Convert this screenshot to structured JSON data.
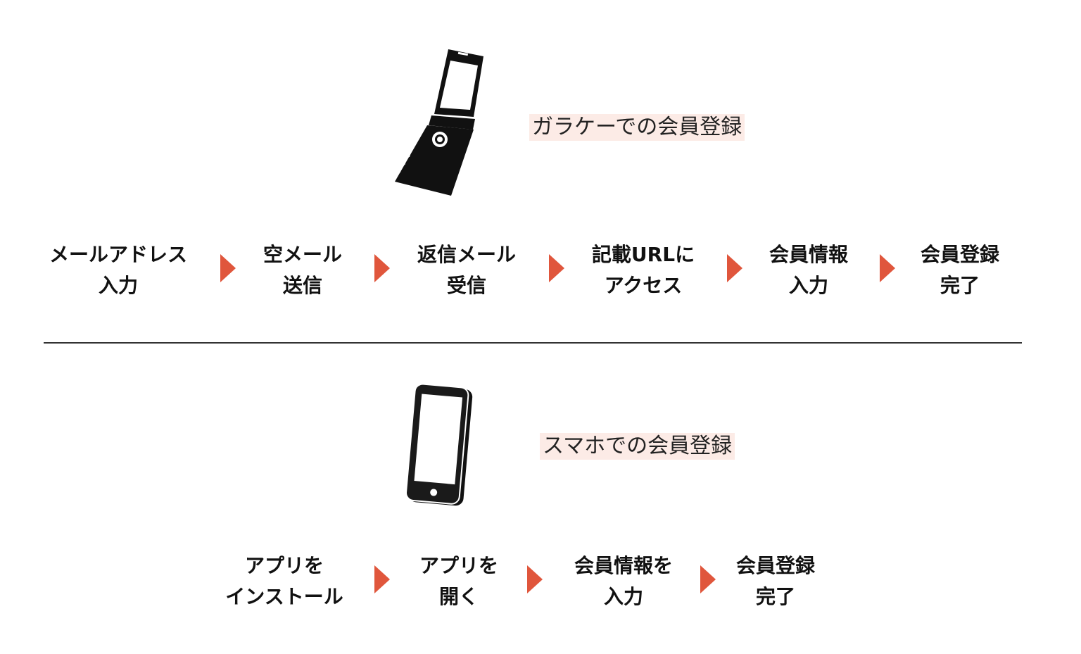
{
  "feature_phone": {
    "caption": "ガラケーでの会員登録",
    "steps": [
      {
        "line1": "メールアドレス",
        "line2": "入力"
      },
      {
        "line1": "空メール",
        "line2": "送信"
      },
      {
        "line1": "返信メール",
        "line2": "受信"
      },
      {
        "line1": "記載URLに",
        "line2": "アクセス"
      },
      {
        "line1": "会員情報",
        "line2": "入力"
      },
      {
        "line1": "会員登録",
        "line2": "完了"
      }
    ]
  },
  "smartphone": {
    "caption": "スマホでの会員登録",
    "steps": [
      {
        "line1": "アプリを",
        "line2": "インストール"
      },
      {
        "line1": "アプリを",
        "line2": "開く"
      },
      {
        "line1": "会員情報を",
        "line2": "入力"
      },
      {
        "line1": "会員登録",
        "line2": "完了"
      }
    ]
  },
  "colors": {
    "arrow": "#e0563c",
    "caption_background": "#fcebe6"
  },
  "icons": [
    "flip-phone-icon",
    "smartphone-icon",
    "arrow-right-icon"
  ]
}
